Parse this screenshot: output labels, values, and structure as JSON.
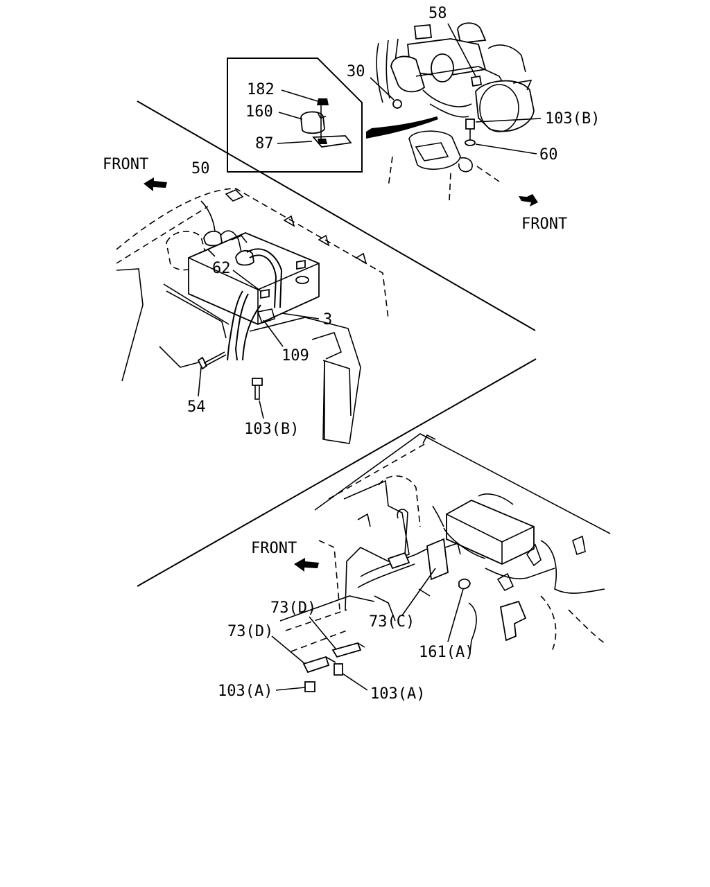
{
  "labels": {
    "l58": "58",
    "l30": "30",
    "l182": "182",
    "l160": "160",
    "l87": "87",
    "l103b_top": "103(B)",
    "l60": "60",
    "front_top_right": "FRONT",
    "front_middle_left": "FRONT",
    "l50": "50",
    "l62": "62",
    "l3": "3",
    "l109": "109",
    "l54": "54",
    "l103b_mid": "103(B)",
    "front_bottom": "FRONT",
    "l73d_1": "73(D)",
    "l73d_2": "73(D)",
    "l73c": "73(C)",
    "l161a": "161(A)",
    "l103a_left": "103(A)",
    "l103a_right": "103(A)"
  }
}
